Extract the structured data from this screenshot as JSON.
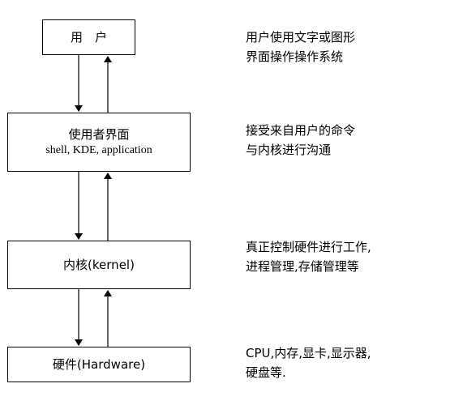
{
  "layers": [
    {
      "id": "user",
      "label": "用　户",
      "sub": ""
    },
    {
      "id": "ui",
      "label": "使用者界面",
      "sub": "shell, KDE, application"
    },
    {
      "id": "kernel",
      "label": "内核(kernel)",
      "sub": ""
    },
    {
      "id": "hardware",
      "label": "硬件(Hardware)",
      "sub": ""
    }
  ],
  "descriptions": [
    {
      "line1": "用户使用文字或图形",
      "line2": "界面操作操作系统"
    },
    {
      "line1": "接受来自用户的命令",
      "line2": "与内核进行沟通"
    },
    {
      "line1": "真正控制硬件进行工作,",
      "line2": "进程管理,存储管理等"
    },
    {
      "line1": "CPU,内存,显卡,显示器,",
      "line2": "硬盘等."
    }
  ]
}
